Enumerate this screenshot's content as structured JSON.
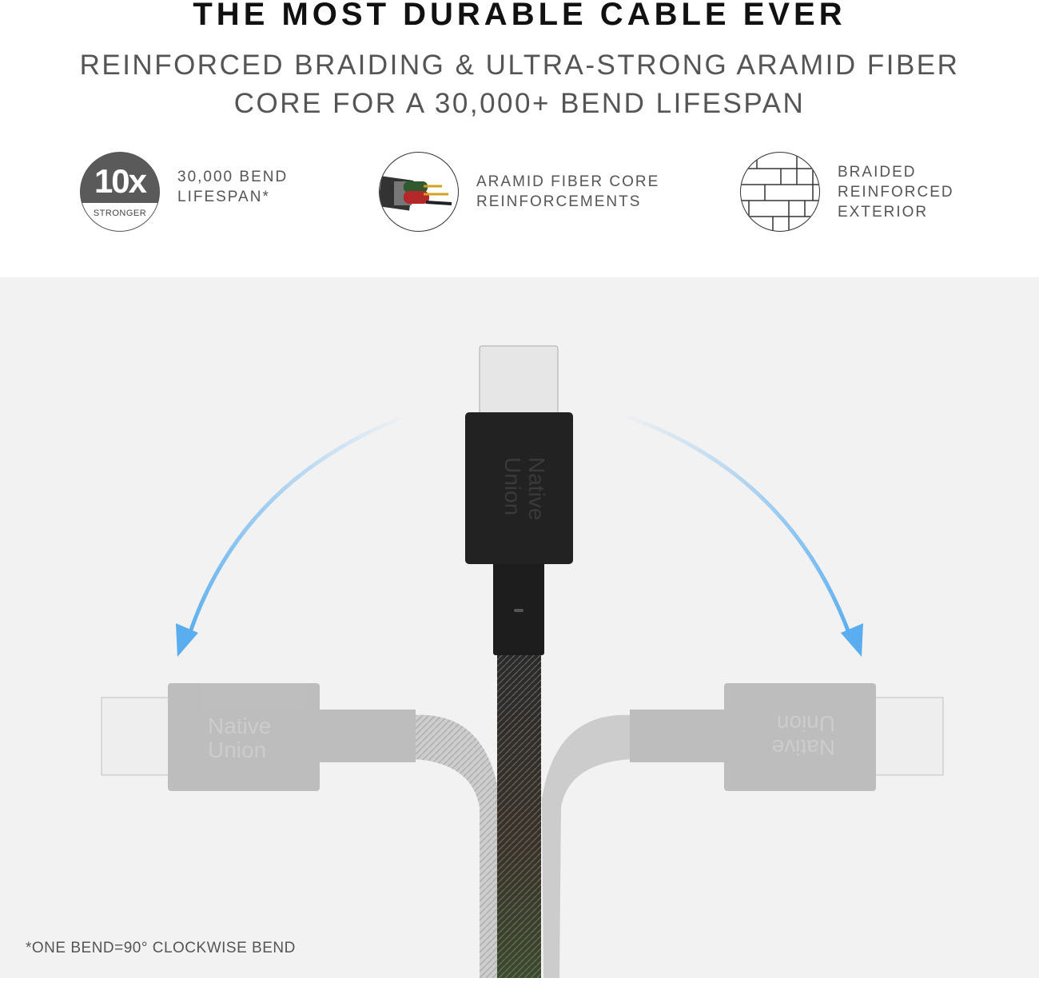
{
  "header": {
    "title": "THE MOST DURABLE CABLE EVER",
    "subtitle_lines": [
      "REINFORCED BRAIDING & ULTRA-STRONG ARAMID FIBER",
      "CORE FOR A 30,000+ BEND LIFESPAN"
    ]
  },
  "features": [
    {
      "badge_number": "10x",
      "badge_caption": "STRONGER",
      "lines": [
        "30,000 BEND",
        "LIFESPAN*"
      ]
    },
    {
      "icon": "cable-cross-section-icon",
      "lines": [
        "ARAMID FIBER CORE",
        "REINFORCEMENTS"
      ]
    },
    {
      "icon": "braid-pattern-icon",
      "lines": [
        "BRAIDED",
        "REINFORCED",
        "EXTERIOR"
      ]
    }
  ],
  "illustration": {
    "brand_lines": [
      "Native",
      "Union"
    ],
    "arrow_color": "#5aaef0"
  },
  "footnote": "*ONE BEND=90° CLOCKWISE BEND"
}
